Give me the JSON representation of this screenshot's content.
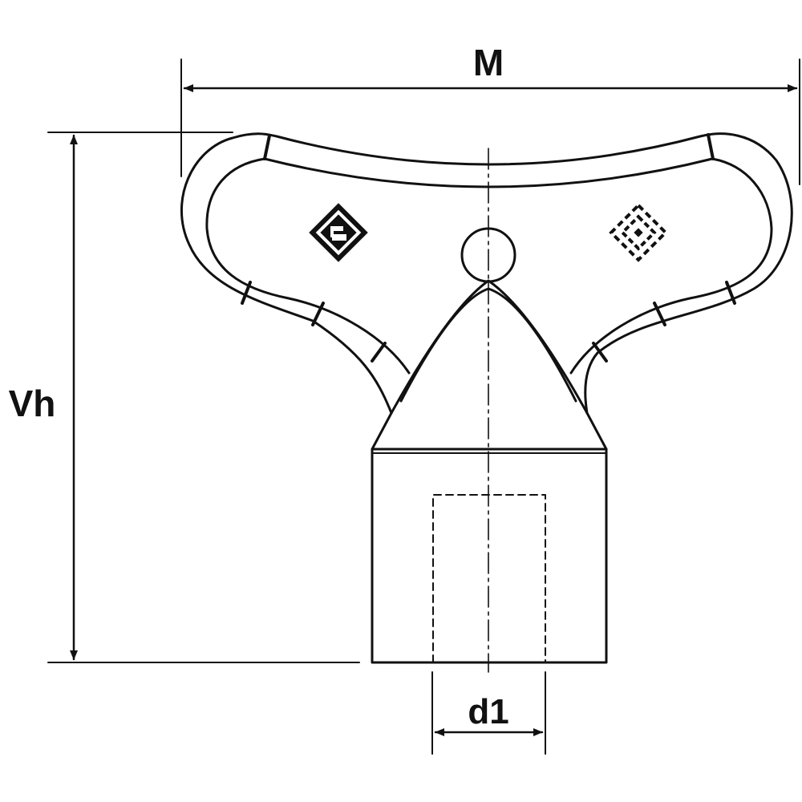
{
  "dimensions": {
    "width_label": "M",
    "height_label": "Vh",
    "bore_label": "d1"
  },
  "colors": {
    "line": "#111111",
    "background": "#ffffff"
  },
  "icons": {
    "left_mark": "square-s-logo-icon",
    "right_mark": "dashed-diamond-logo-icon"
  }
}
